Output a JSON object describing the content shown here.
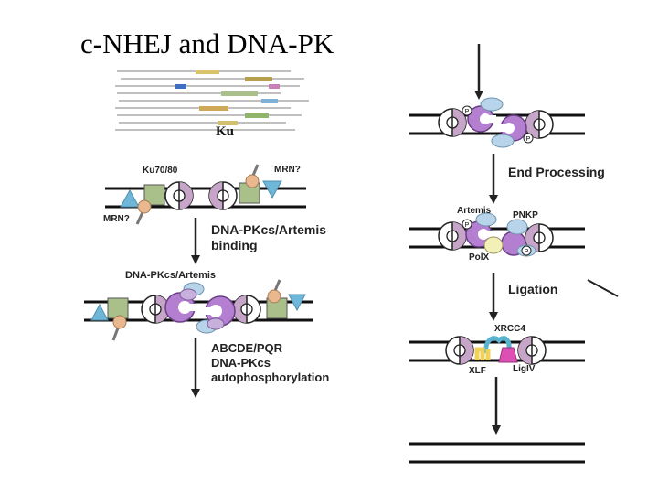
{
  "slide": {
    "title": "c-NHEJ and DNA-PK"
  },
  "thumbnail": {
    "caption": "Ku"
  },
  "left_panel": {
    "ku_label": "Ku70/80",
    "mrn_top": "MRN?",
    "mrn_bottom": "MRN?",
    "step1": [
      "DNA-PKcs/Artemis",
      "binding"
    ],
    "complex_label": "DNA-PKcs/Artemis",
    "step2": [
      "ABCDE/PQR",
      "DNA-PKcs",
      "autophosphorylation"
    ]
  },
  "right_panel": {
    "step_end_processing": "End Processing",
    "artemis": "Artemis",
    "pnkp": "PNKP",
    "polx": "PolX",
    "step_ligation": "Ligation",
    "xrcc4": "XRCC4",
    "xlf": "XLF",
    "lig4": "LigIV",
    "phospho": "P"
  },
  "colors": {
    "ku_ring": "#c6a5c9",
    "dnapkcs": "#b47fd0",
    "artemis": "#b7d4ea",
    "mrn_green": "#a9c08a",
    "triangle_blue": "#6fb7d8",
    "tan": "#e9b88e",
    "xlf": "#f0d25a",
    "lig4": "#dd4fb3",
    "xrcc4": "#57b3cf"
  }
}
